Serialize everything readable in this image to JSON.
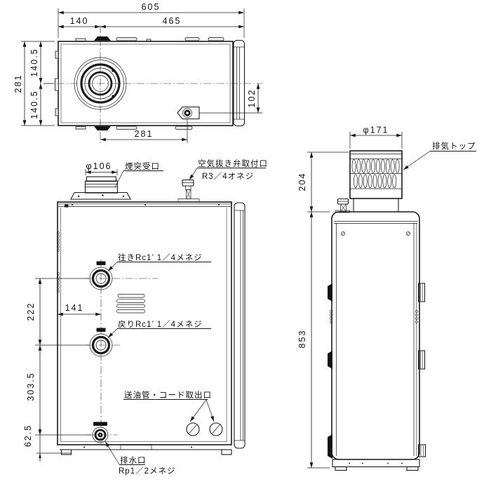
{
  "drawing": {
    "top_view": {
      "dims": {
        "overall_width": "605",
        "left_offset": "140",
        "right_span": "465",
        "overall_depth": "281",
        "depth_front": "140.5",
        "depth_rear": "140.5",
        "valve_offset": "102",
        "flue_to_valve": "281"
      }
    },
    "front_view": {
      "dims": {
        "flue_diameter": "φ106",
        "port_pitch": "222",
        "port_offset": "141",
        "return_to_drain": "303.5",
        "drain_height": "62.5"
      },
      "labels": {
        "flue_socket": "煙突受口",
        "air_vent_line1": "空気抜き弁取付口",
        "air_vent_line2": "R3／4オネジ",
        "supply_port": "往きRc1’ 1／4メネジ",
        "return_port": "戻りRc1’ 1／4メネジ",
        "oil_cord_outlet": "送油管・コード取出口",
        "drain_line1": "排水口",
        "drain_line2": "Rp1／2メネジ"
      }
    },
    "side_view": {
      "dims": {
        "exhaust_diameter": "φ171",
        "exhaust_height": "204",
        "body_height": "853"
      },
      "labels": {
        "exhaust_top": "排気トップ"
      }
    },
    "colors": {
      "line": "#1a1a1a",
      "background": "#ffffff"
    }
  }
}
